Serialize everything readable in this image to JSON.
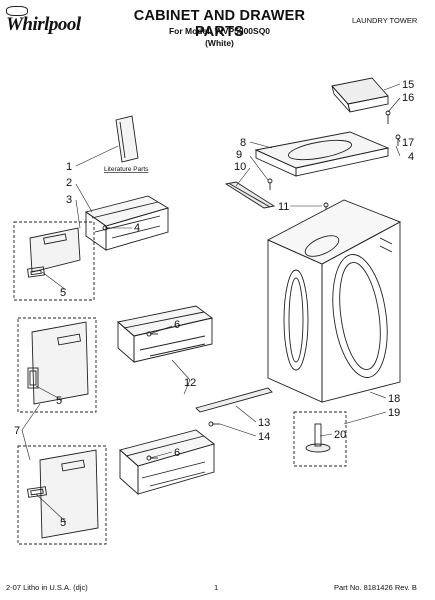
{
  "header": {
    "brand": "Whirlpool",
    "title": "CABINET AND DRAWER PARTS",
    "model_line": "For Model: WVP5000SQ0",
    "color_line": "(White)",
    "category": "LAUNDRY TOWER"
  },
  "footer": {
    "print_info": "2-07 Litho in U.S.A. (djc)",
    "page_number": "1",
    "part_number": "Part No. 8181426 Rev. B"
  },
  "diagram": {
    "literature_label": "Literature Parts",
    "callouts": [
      "1",
      "2",
      "3",
      "4",
      "5",
      "6",
      "7",
      "8",
      "9",
      "10",
      "11",
      "12",
      "13",
      "14",
      "15",
      "16",
      "17",
      "18",
      "19",
      "20"
    ]
  }
}
